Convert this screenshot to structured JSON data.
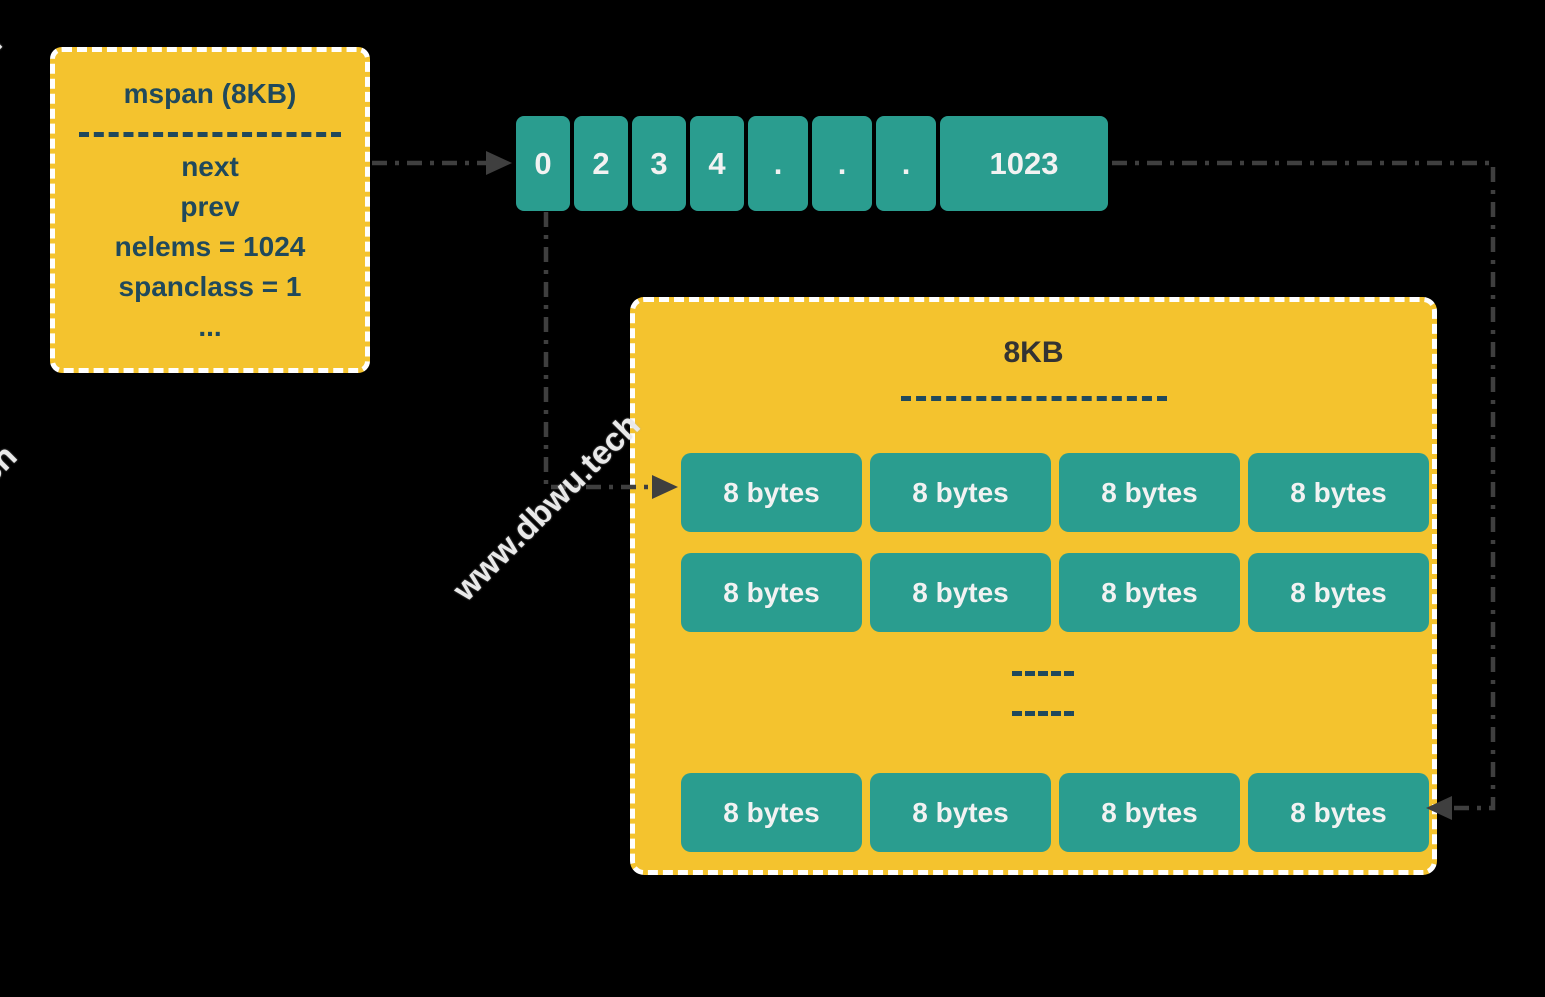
{
  "mspan_box": {
    "title": "mspan (8KB)",
    "fields": [
      "next",
      "prev",
      "nelems = 1024",
      "spanclass = 1",
      "..."
    ]
  },
  "index_row": {
    "cells": [
      "0",
      "2",
      "3",
      "4",
      ".",
      ".",
      ".",
      "1023"
    ]
  },
  "page_box": {
    "title": "8KB",
    "rows": [
      [
        "8 bytes",
        "8 bytes",
        "8 bytes",
        "8 bytes"
      ],
      [
        "8 bytes",
        "8 bytes",
        "8 bytes",
        "8 bytes"
      ],
      [
        "8 bytes",
        "8 bytes",
        "8 bytes",
        "8 bytes"
      ]
    ]
  },
  "watermark": {
    "text": "www.dbwu.tech"
  },
  "colors": {
    "yellow": "#F4C32E",
    "teal": "#2A9D8F",
    "dark_teal": "#20495C",
    "title_gray": "#333333",
    "arrow_gray": "#3F3F3F",
    "bg": "#000000",
    "cell_text": "#F2F2F2",
    "watermark_color": "#E9E9E9"
  }
}
